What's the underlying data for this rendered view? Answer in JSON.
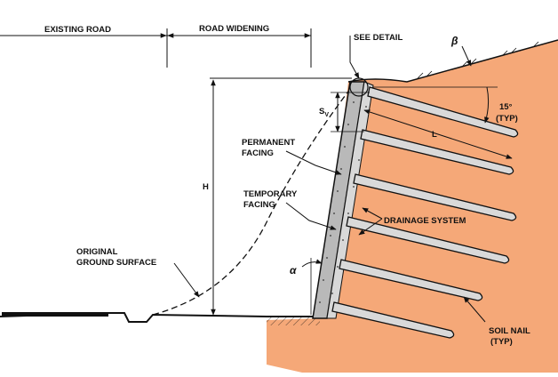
{
  "title": "",
  "labels": {
    "existing_road": "EXISTING ROAD",
    "road_widening": "ROAD WIDENING",
    "see_detail": "SEE DETAIL",
    "beta": "β",
    "angle_15": "15°",
    "typ_paren": "(TYP)",
    "sv": "S",
    "sv_sub": "V",
    "length_l": "L",
    "permanent_facing_1": "PERMANENT",
    "permanent_facing_2": "FACING",
    "temporary_facing_1": "TEMPORARY",
    "temporary_facing_2": "FACING",
    "drainage_system": "DRAINAGE SYSTEM",
    "height_h": "H",
    "original_ground_1": "ORIGINAL",
    "original_ground_2": "GROUND SURFACE",
    "alpha": "α",
    "soil_nail_1": "SOIL NAIL",
    "soil_nail_2": "(TYP)"
  },
  "colors": {
    "soil": "#f5a878",
    "facing": "#b9b9b9",
    "line": "#111111",
    "nail_body": "#d9d9d9"
  },
  "soil_nail_count": 6
}
